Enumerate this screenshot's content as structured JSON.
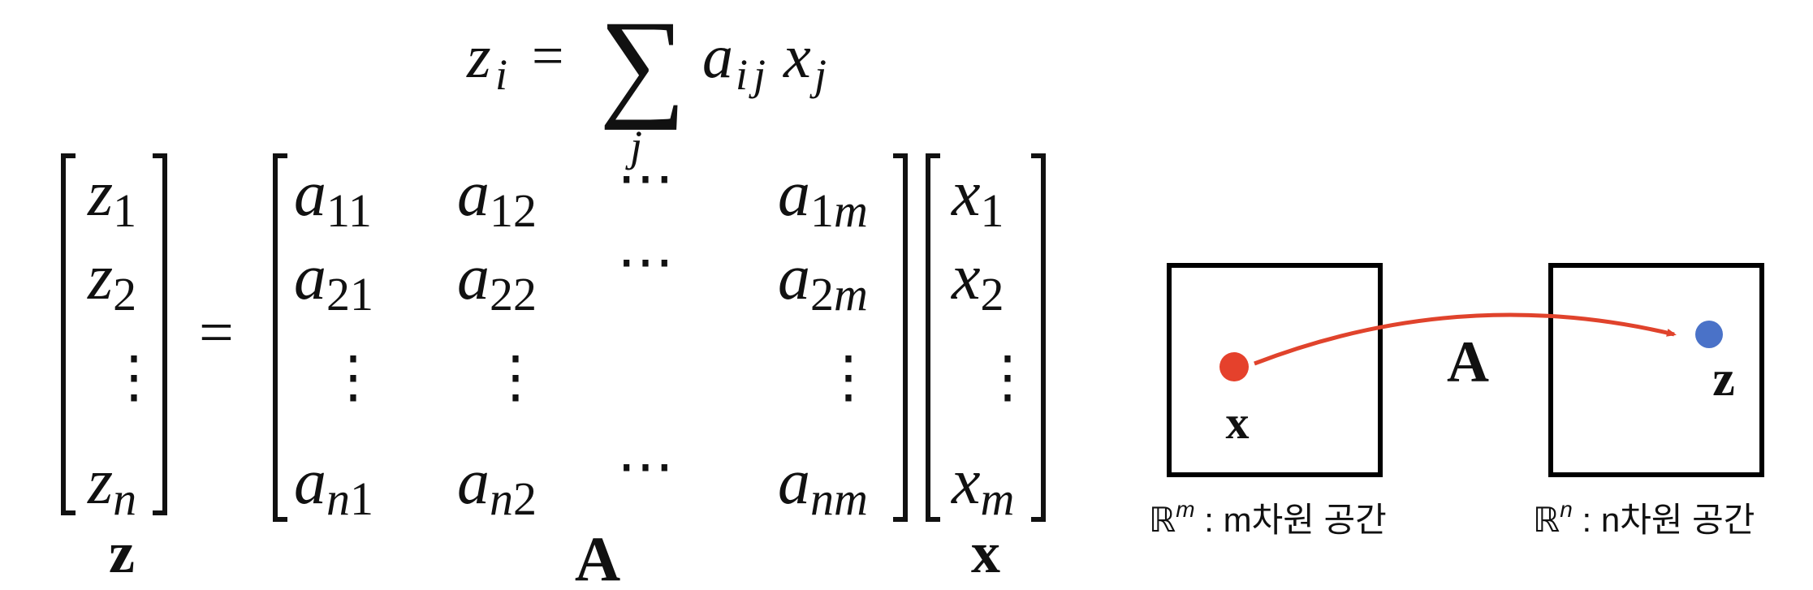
{
  "formula": {
    "lhs_symbol": "z",
    "lhs_index": "i",
    "equals": "=",
    "sum_symbol": "∑",
    "sum_index": "j",
    "term_a": "a",
    "term_a_index_1": "i",
    "term_a_index_2": "j",
    "term_x": "x",
    "term_x_index": "j"
  },
  "matrix_equation": {
    "z_vector": [
      {
        "base": "z",
        "sub": "1"
      },
      {
        "base": "z",
        "sub": "2"
      },
      {
        "base": "⋮",
        "sub": ""
      },
      {
        "base": "z",
        "sub": "n"
      }
    ],
    "equals": "=",
    "matrix_rows": [
      [
        {
          "base": "a",
          "sub": "11"
        },
        {
          "base": "a",
          "sub": "12"
        },
        {
          "base": "⋯",
          "sub": ""
        },
        {
          "base": "a",
          "sub": "1m"
        }
      ],
      [
        {
          "base": "a",
          "sub": "21"
        },
        {
          "base": "a",
          "sub": "22"
        },
        {
          "base": "⋯",
          "sub": ""
        },
        {
          "base": "a",
          "sub": "2m"
        }
      ],
      [
        {
          "base": "⋮",
          "sub": ""
        },
        {
          "base": "⋮",
          "sub": ""
        },
        {
          "base": "",
          "sub": ""
        },
        {
          "base": "⋮",
          "sub": ""
        }
      ],
      [
        {
          "base": "a",
          "sub": "n1"
        },
        {
          "base": "a",
          "sub": "n2"
        },
        {
          "base": "⋯",
          "sub": ""
        },
        {
          "base": "a",
          "sub": "nm"
        }
      ]
    ],
    "x_vector": [
      {
        "base": "x",
        "sub": "1"
      },
      {
        "base": "x",
        "sub": "2"
      },
      {
        "base": "⋮",
        "sub": ""
      },
      {
        "base": "x",
        "sub": "m"
      }
    ],
    "z_label": "z",
    "a_label": "A",
    "x_label": "x"
  },
  "mapping_diagram": {
    "point_x_label": "x",
    "point_z_label": "z",
    "arrow_label": "A",
    "space_m_symbol": "ℝ",
    "space_m_exponent": "m",
    "space_m_text": " : m차원 공간",
    "space_n_symbol": "ℝ",
    "space_n_exponent": "n",
    "space_n_text": " : n차원 공간",
    "colors": {
      "index_i": "#d9322a",
      "index_j": "#1e2fd0",
      "point_x": "#e5412c",
      "point_z": "#4a72c8",
      "arrow": "#e0432c"
    }
  }
}
